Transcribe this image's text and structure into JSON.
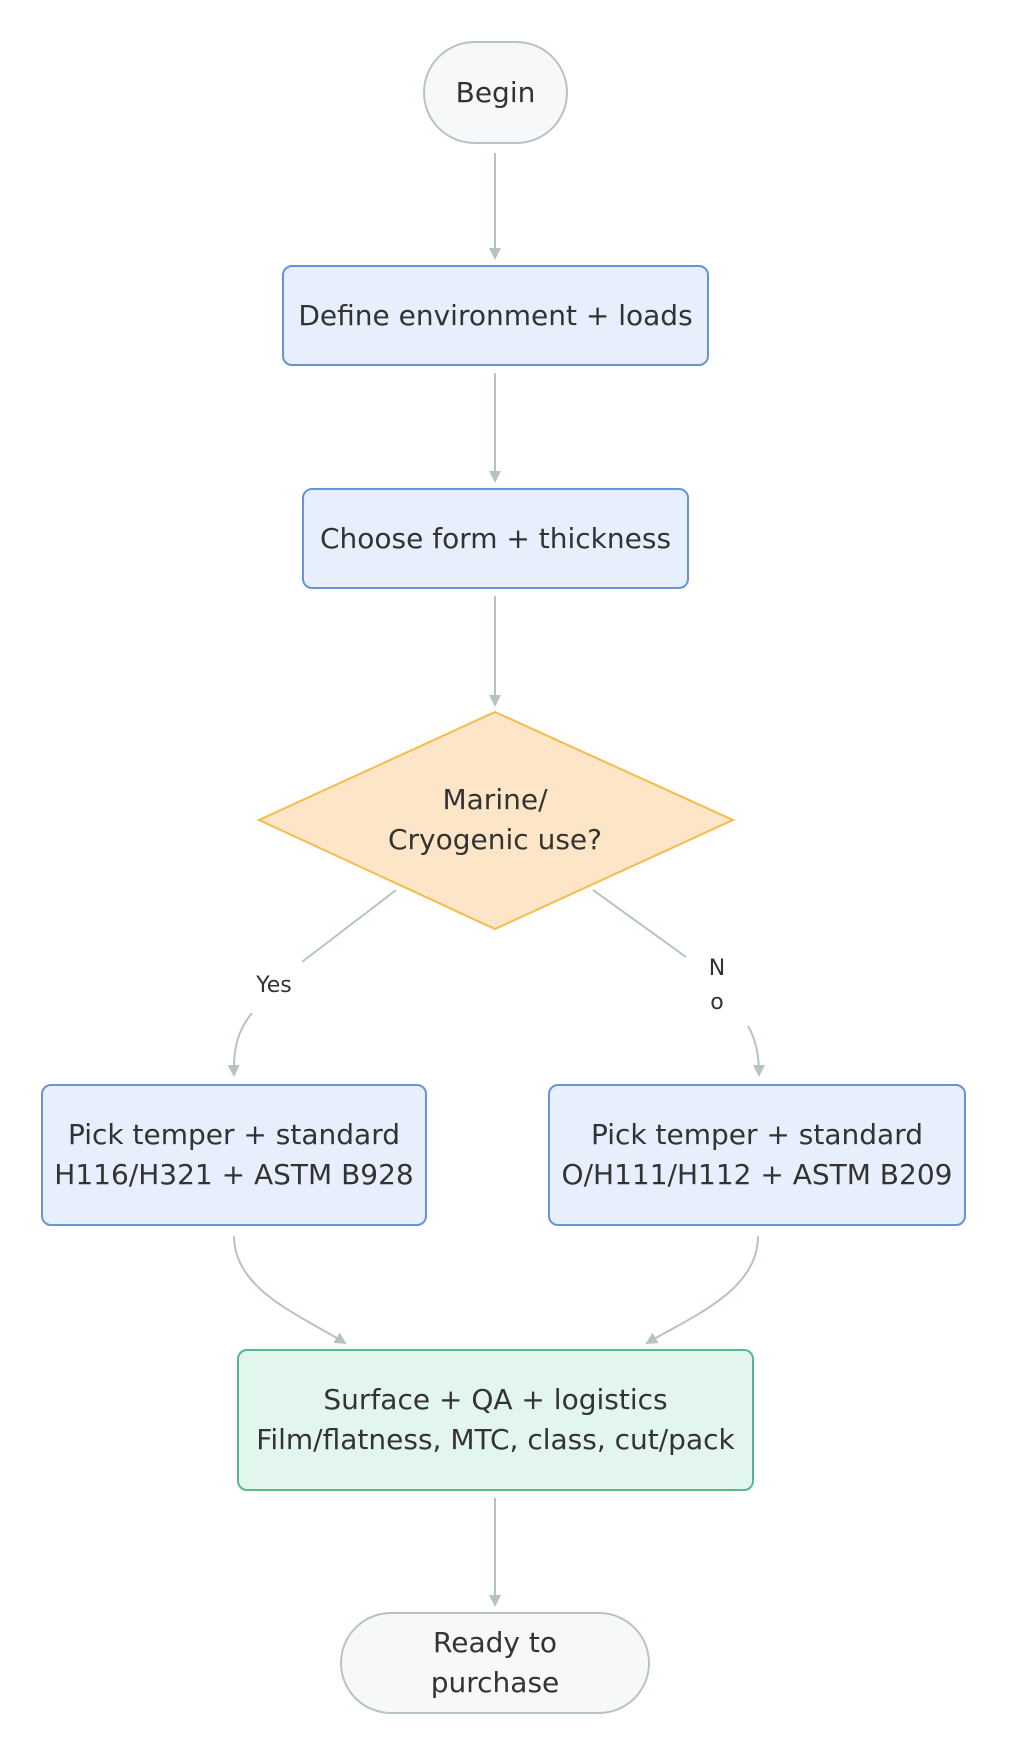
{
  "colors": {
    "edge": "#b7c2c6",
    "terminal_fill": "#f7f8fa",
    "terminal_border": "#b9c3c6",
    "process_fill": "#e7eefc",
    "process_border": "#6a92d8",
    "decision_fill": "#fde6c8",
    "decision_border": "#f6bb4a",
    "final_fill": "#e2f6ed",
    "final_border": "#55b98c",
    "text": "#333333"
  },
  "nodes": {
    "begin": "Begin",
    "define_env": "Define environment + loads",
    "choose_form": "Choose form + thickness",
    "decision": {
      "line1": "Marine/",
      "line2": "Cryogenic use?"
    },
    "marine_pick": {
      "line1": "Pick temper + standard",
      "line2": "H116/H321 + ASTM B928"
    },
    "general_pick": {
      "line1": "Pick temper + standard",
      "line2": "O/H111/H112 + ASTM B209"
    },
    "surface_qa": {
      "line1": "Surface + QA + logistics",
      "line2": "Film/flatness, MTC, class, cut/pack"
    },
    "ready": {
      "line1": "Ready to",
      "line2": "purchase"
    }
  },
  "edge_labels": {
    "yes": "Yes",
    "no_line1": "N",
    "no_line2": "o"
  }
}
